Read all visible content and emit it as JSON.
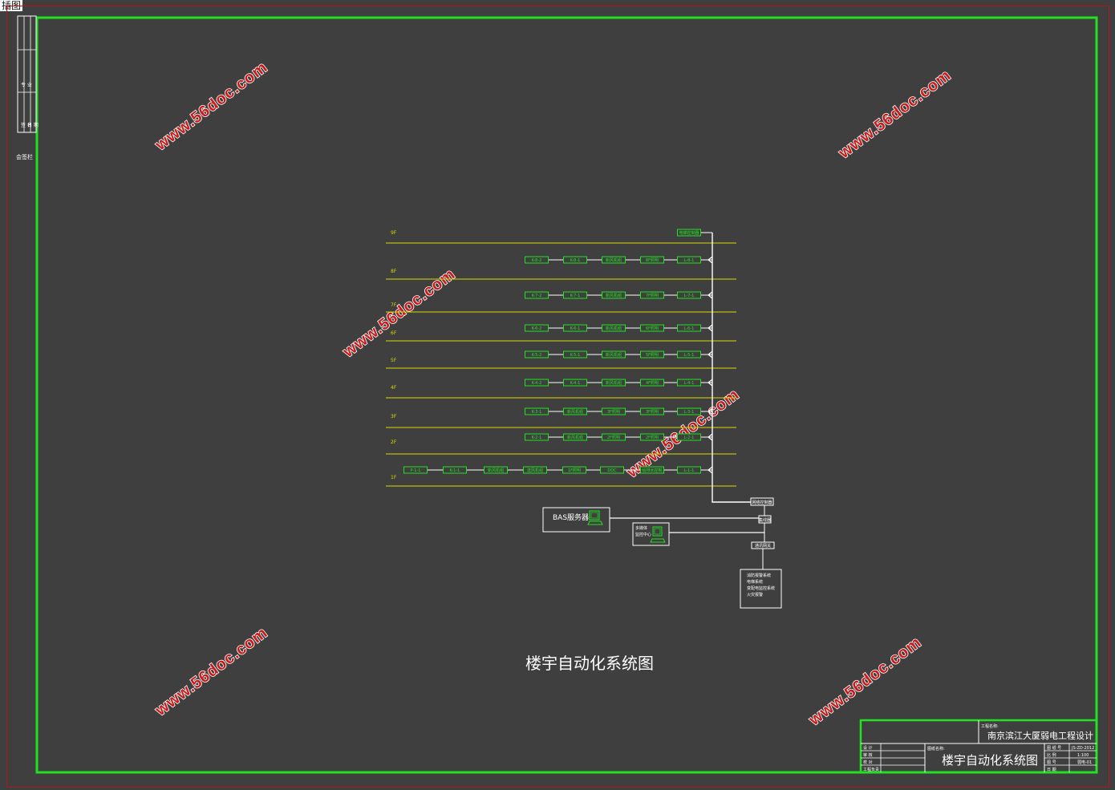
{
  "window": {
    "corner_label": "插图"
  },
  "colors": {
    "frame": "#22e022",
    "floor_line": "#d8d800",
    "device": "#22e022",
    "bus": "#ffffff",
    "watermark": "#c81c1c",
    "background": "#3f3f3f"
  },
  "watermark_text": "www.56doc.com",
  "drawing_title": "楼宇自动化系统图",
  "floors": [
    {
      "label": "9F",
      "devices": [
        "电梯控制器"
      ]
    },
    {
      "label": "8F",
      "devices": [
        "K-8-2",
        "K-8-1",
        "新风机组",
        "8F照明",
        "L-8-1"
      ]
    },
    {
      "label": "7F",
      "devices": [
        "K-7-2",
        "K-7-1",
        "新风机组",
        "7F照明",
        "L-7-1"
      ]
    },
    {
      "label": "6F",
      "devices": [
        "K-6-2",
        "K-6-1",
        "新风机组",
        "6F照明",
        "L-6-1"
      ]
    },
    {
      "label": "5F",
      "devices": [
        "K-5-2",
        "K-5-1",
        "新风机组",
        "5F照明",
        "L-5-1"
      ]
    },
    {
      "label": "4F",
      "devices": [
        "K-4-2",
        "K-4-1",
        "新风机组",
        "4F照明",
        "L-4-1"
      ]
    },
    {
      "label": "3F",
      "devices": [
        "K-3-1",
        "新风机组",
        "3F照明",
        "3F照明",
        "L-3-1"
      ]
    },
    {
      "label": "2F",
      "devices": [
        "K-2-1",
        "新风机组",
        "2F照明",
        "2F照明",
        "L-2-1"
      ]
    },
    {
      "label": "1F",
      "devices": [
        "P-1-1",
        "K-1-1",
        "新风机组",
        "送风机组",
        "1F照明",
        "DDC",
        "给排水控制",
        "L-1-1"
      ]
    }
  ],
  "system": {
    "bas_server": "BAS服务器",
    "workstation_lines": [
      "多媒体",
      "监控中心"
    ],
    "router_label": "网络控制器",
    "hub_label": "集线器",
    "gateway_label": "通讯网关",
    "subsystems": [
      "消防报警系统",
      "电梯系统",
      "变配电监控系统",
      "火灾报警"
    ]
  },
  "title_block": {
    "project_caption": "工程名称:",
    "project_name": "南京滨江大厦弱电工程设计",
    "drawing_caption": "图纸名称:",
    "drawing_name": "楼宇自动化系统图",
    "role_labels": [
      "设 计",
      "审 核",
      "校 对",
      "工程负责"
    ],
    "info_labels": [
      "图 纸 号",
      "比 例",
      "图 号",
      "日 期"
    ],
    "info_values": [
      "JS-ZD-2012",
      "1:100",
      "弱电-01",
      ""
    ]
  },
  "left_strip": {
    "labels": [
      "专 业",
      "签 名",
      "日 期"
    ],
    "side_label": "会签栏"
  }
}
